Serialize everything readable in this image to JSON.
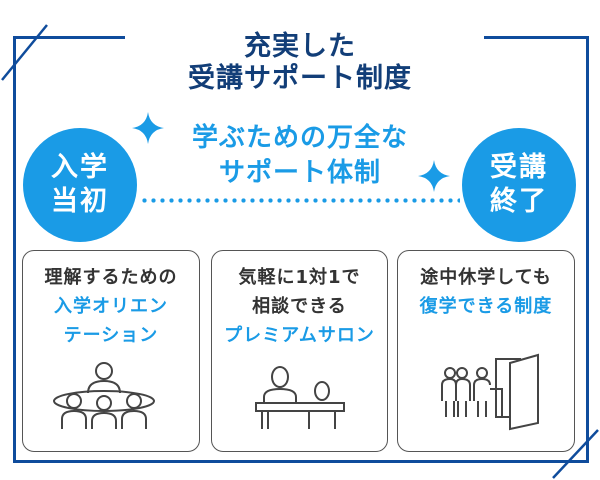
{
  "title": {
    "line1": "充実した",
    "line2": "受講サポート制度"
  },
  "subtitle": {
    "line1": "学ぶための万全な",
    "line2": "サポート体制"
  },
  "timeline": {
    "start": [
      "入学",
      "当初"
    ],
    "end": [
      "受講",
      "終了"
    ]
  },
  "cards": [
    {
      "lines": [
        {
          "text": "理解するための",
          "style": "dark"
        },
        {
          "text": "入学オリエン",
          "style": "blue"
        },
        {
          "text": "テーション",
          "style": "blue"
        }
      ],
      "icon": "group-meeting-icon"
    },
    {
      "lines": [
        {
          "text": "気軽に1対1で",
          "style": "dark"
        },
        {
          "text": "相談できる",
          "style": "dark"
        },
        {
          "text": "プレミアムサロン",
          "style": "blue"
        }
      ],
      "icon": "consultation-icon"
    },
    {
      "lines": [
        {
          "text": "途中休学しても",
          "style": "dark"
        },
        {
          "text": "復学できる制度",
          "style": "blue"
        }
      ],
      "icon": "return-door-icon"
    }
  ],
  "colors": {
    "frame": "#0f4c9c",
    "accent": "#1a9be6",
    "title": "#123e78"
  }
}
